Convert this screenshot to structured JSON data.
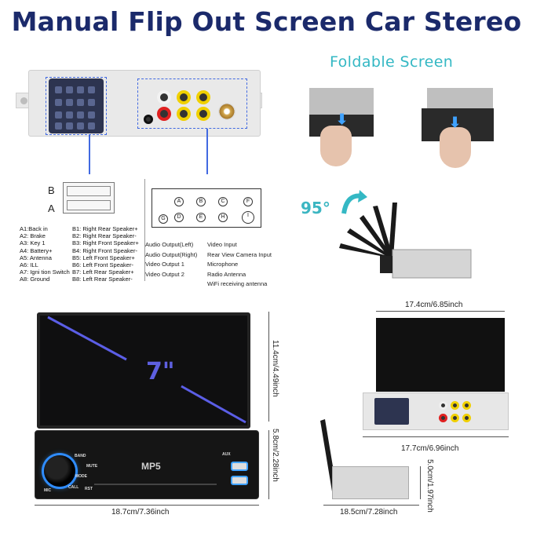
{
  "title": "Manual Flip Out Screen Car Stereo",
  "foldable_title": "Foldable Screen",
  "angle_label": "95°",
  "connector_labels": {
    "b": "B",
    "a": "A"
  },
  "pins_a": [
    "A1:Back   in",
    "A2: Brake",
    "A3: Key 1",
    "A4: Battery+",
    "A5: Antenna",
    "A6: ILL",
    "A7: Igni  tion Switch",
    "A8: Ground"
  ],
  "pins_b": [
    "B1: Right Rear Speaker+",
    "B2: Right Rear Speaker-",
    "B3: Right Front Speaker+",
    "B4: Right Front Speaker-",
    "B5: Left Front Speaker+",
    "B6: Left Front Speaker-",
    "B7: Left Rear Speaker+",
    "B8: Left Rear Speaker-"
  ],
  "outputs_left": [
    "Audio Output(Left)",
    "Audio Output(Right)",
    "Video Output 1",
    "Video Output 2"
  ],
  "outputs_right": [
    "Video Input",
    "Rear View Camera Input",
    "Microphone",
    "Radio Antenna",
    "WiFi receiving antenna"
  ],
  "screen_size": "7\"",
  "brand": "MP5",
  "buttons": [
    "BAND",
    "MUTE",
    "MODE",
    "CALL"
  ],
  "front_labels": {
    "aux": "AUX",
    "mic": "MIC",
    "rst": "RST"
  },
  "dims": {
    "screen_height": "11.4cm/4.49inch",
    "body_height": "5.8cm/2.28inch",
    "width_front": "18.7cm/7.36inch",
    "cover_width": "17.4cm/6.85inch",
    "rear_width": "17.7cm/6.96inch",
    "side_height": "5.0cm/1.97inch",
    "side_depth": "18.5cm/7.28inch"
  },
  "colors": {
    "title": "#1b2a6b",
    "accent": "#34b8c4",
    "highlight": "#4169e1"
  }
}
